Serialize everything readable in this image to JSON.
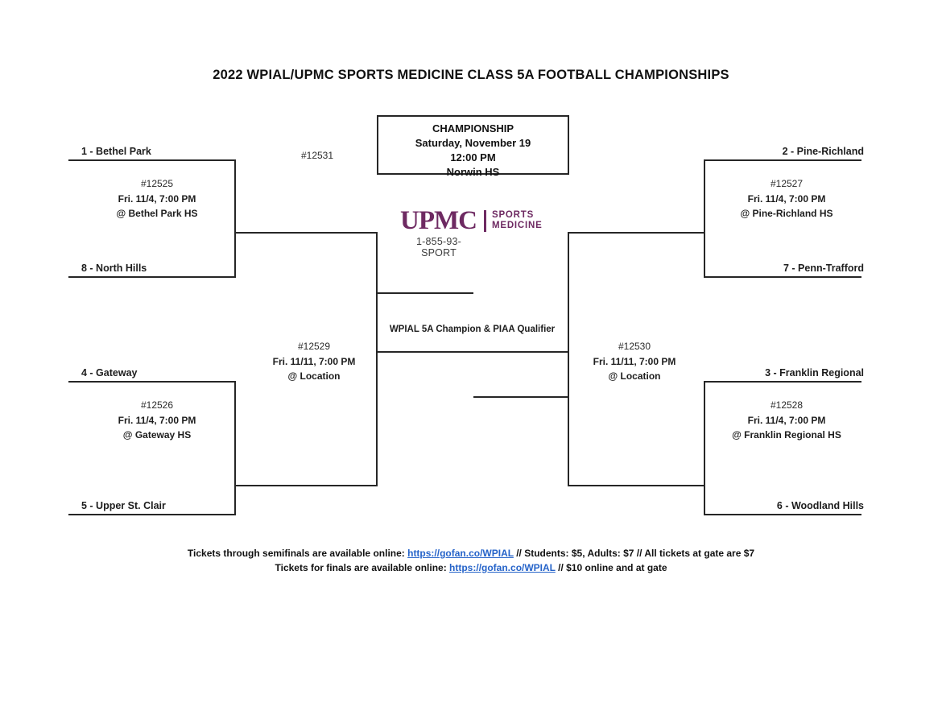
{
  "title": "2022 WPIAL/UPMC SPORTS MEDICINE CLASS 5A FOOTBALL CHAMPIONSHIPS",
  "championship": {
    "label": "CHAMPIONSHIP",
    "date": "Saturday, November 19",
    "time": "12:00 PM",
    "venue": "Norwin HS",
    "game_number": "#12531"
  },
  "champion_line_label": "WPIAL 5A Champion & PIAA Qualifier",
  "sponsor": {
    "name": "UPMC",
    "division_line1": "SPORTS",
    "division_line2": "MEDICINE",
    "phone": "1-855-93-SPORT",
    "brand_color": "#6e2a62"
  },
  "quarterfinals": [
    {
      "top_seed": "1 - Bethel Park",
      "bottom_seed": "8 - North Hills",
      "game_number": "#12525",
      "datetime": "Fri. 11/4, 7:00 PM",
      "location": "@ Bethel Park HS"
    },
    {
      "top_seed": "4 - Gateway",
      "bottom_seed": "5 - Upper St. Clair",
      "game_number": "#12526",
      "datetime": "Fri. 11/4, 7:00 PM",
      "location": "@ Gateway HS"
    },
    {
      "top_seed": "2 - Pine-Richland",
      "bottom_seed": "7 - Penn-Trafford",
      "game_number": "#12527",
      "datetime": "Fri. 11/4, 7:00 PM",
      "location": "@ Pine-Richland HS"
    },
    {
      "top_seed": "3 - Franklin Regional",
      "bottom_seed": "6 - Woodland Hills",
      "game_number": "#12528",
      "datetime": "Fri. 11/4, 7:00 PM",
      "location": "@ Franklin Regional HS"
    }
  ],
  "semifinals": [
    {
      "game_number": "#12529",
      "datetime": "Fri. 11/11, 7:00 PM",
      "location": "@ Location"
    },
    {
      "game_number": "#12530",
      "datetime": "Fri. 11/11, 7:00 PM",
      "location": "@ Location"
    }
  ],
  "tickets": {
    "line1_prefix": "Tickets through semifinals are available online: ",
    "line1_link": "https://gofan.co/WPIAL",
    "line1_suffix": " // Students: $5, Adults: $7 // All tickets at gate are $7",
    "line2_prefix": "Tickets for finals are available online: ",
    "line2_link": "https://gofan.co/WPIAL",
    "line2_suffix": " // $10 online and at gate",
    "link_color": "#2563c9"
  }
}
